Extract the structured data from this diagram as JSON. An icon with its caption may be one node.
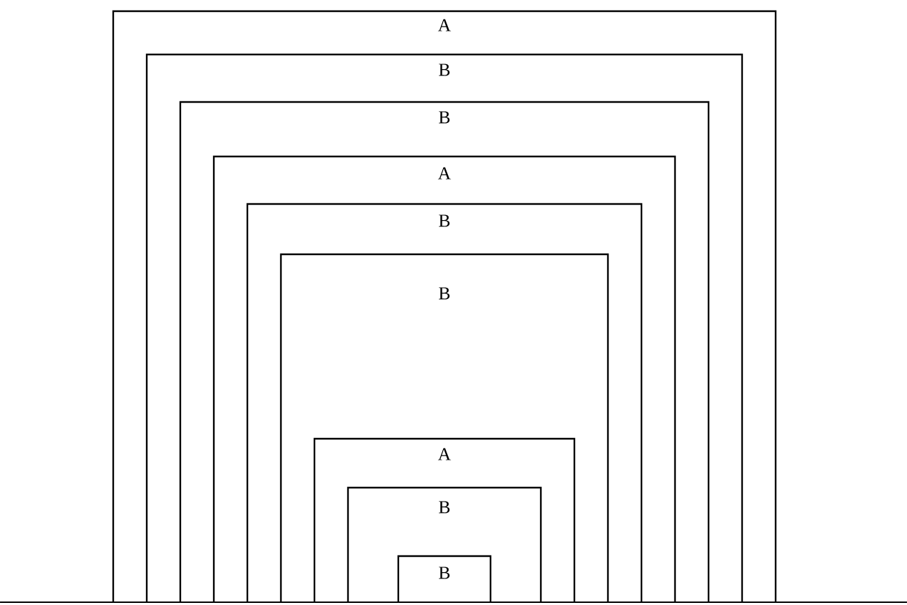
{
  "diagram": {
    "nodes": [
      {
        "text": [
          "A"
        ]
      },
      {
        "text": [
          "B"
        ],
        "in": 0
      },
      {
        "text": [
          "B"
        ],
        "in": 1
      },
      {
        "text": [
          "A"
        ],
        "in": 2
      },
      {
        "text": [
          "B"
        ],
        "in": 3
      },
      {
        "text": [
          "B"
        ],
        "in": 4
      },
      {
        "text": [
          "A"
        ],
        "in": 5
      },
      {
        "text": [
          "B"
        ],
        "in": 6
      },
      {
        "text": [
          "B"
        ],
        "in": 7
      }
    ]
  }
}
